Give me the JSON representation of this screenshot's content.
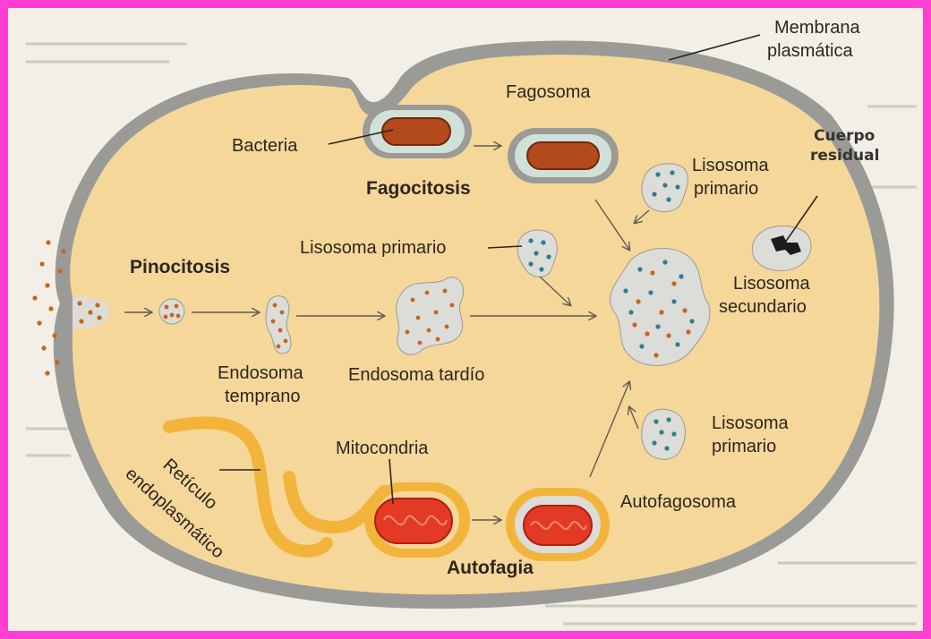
{
  "labels": {
    "membrana_line1": "Membrana",
    "membrana_line2": "plasmática",
    "fagosoma": "Fagosoma",
    "bacteria": "Bacteria",
    "fagocitosis": "Fagocitosis",
    "cuerpo_line1": "Cuerpo",
    "cuerpo_line2": "residual",
    "lisosoma_primario_top_line1": "Lisosoma",
    "lisosoma_primario_top_line2": "primario",
    "lisosoma_primario_mid": "Lisosoma primario",
    "pinocitosis": "Pinocitosis",
    "lisosoma_secundario_line1": "Lisosoma",
    "lisosoma_secundario_line2": "secundario",
    "endosoma_temprano_line1": "Endosoma",
    "endosoma_temprano_line2": "temprano",
    "endosoma_tardio": "Endosoma tardío",
    "lisosoma_primario_bottom_line1": "Lisosoma",
    "lisosoma_primario_bottom_line2": "primario",
    "mitocondria": "Mitocondria",
    "reticulo_line1": "Retículo",
    "reticulo_line2": "endoplasmático",
    "autofagosoma": "Autofagosoma",
    "autofagia": "Autofagia"
  },
  "colors": {
    "border": "#ff3fd2",
    "cytoplasm": "#f6d79a",
    "membrane": "#9a9a96",
    "vesicle_fill": "#dcdcd8",
    "bacteria": "#b24a1c",
    "mitochondria": "#e23a24",
    "reticulum": "#f3b43c",
    "dot_orange": "#c8641e",
    "dot_blue": "#2d7f8f"
  }
}
